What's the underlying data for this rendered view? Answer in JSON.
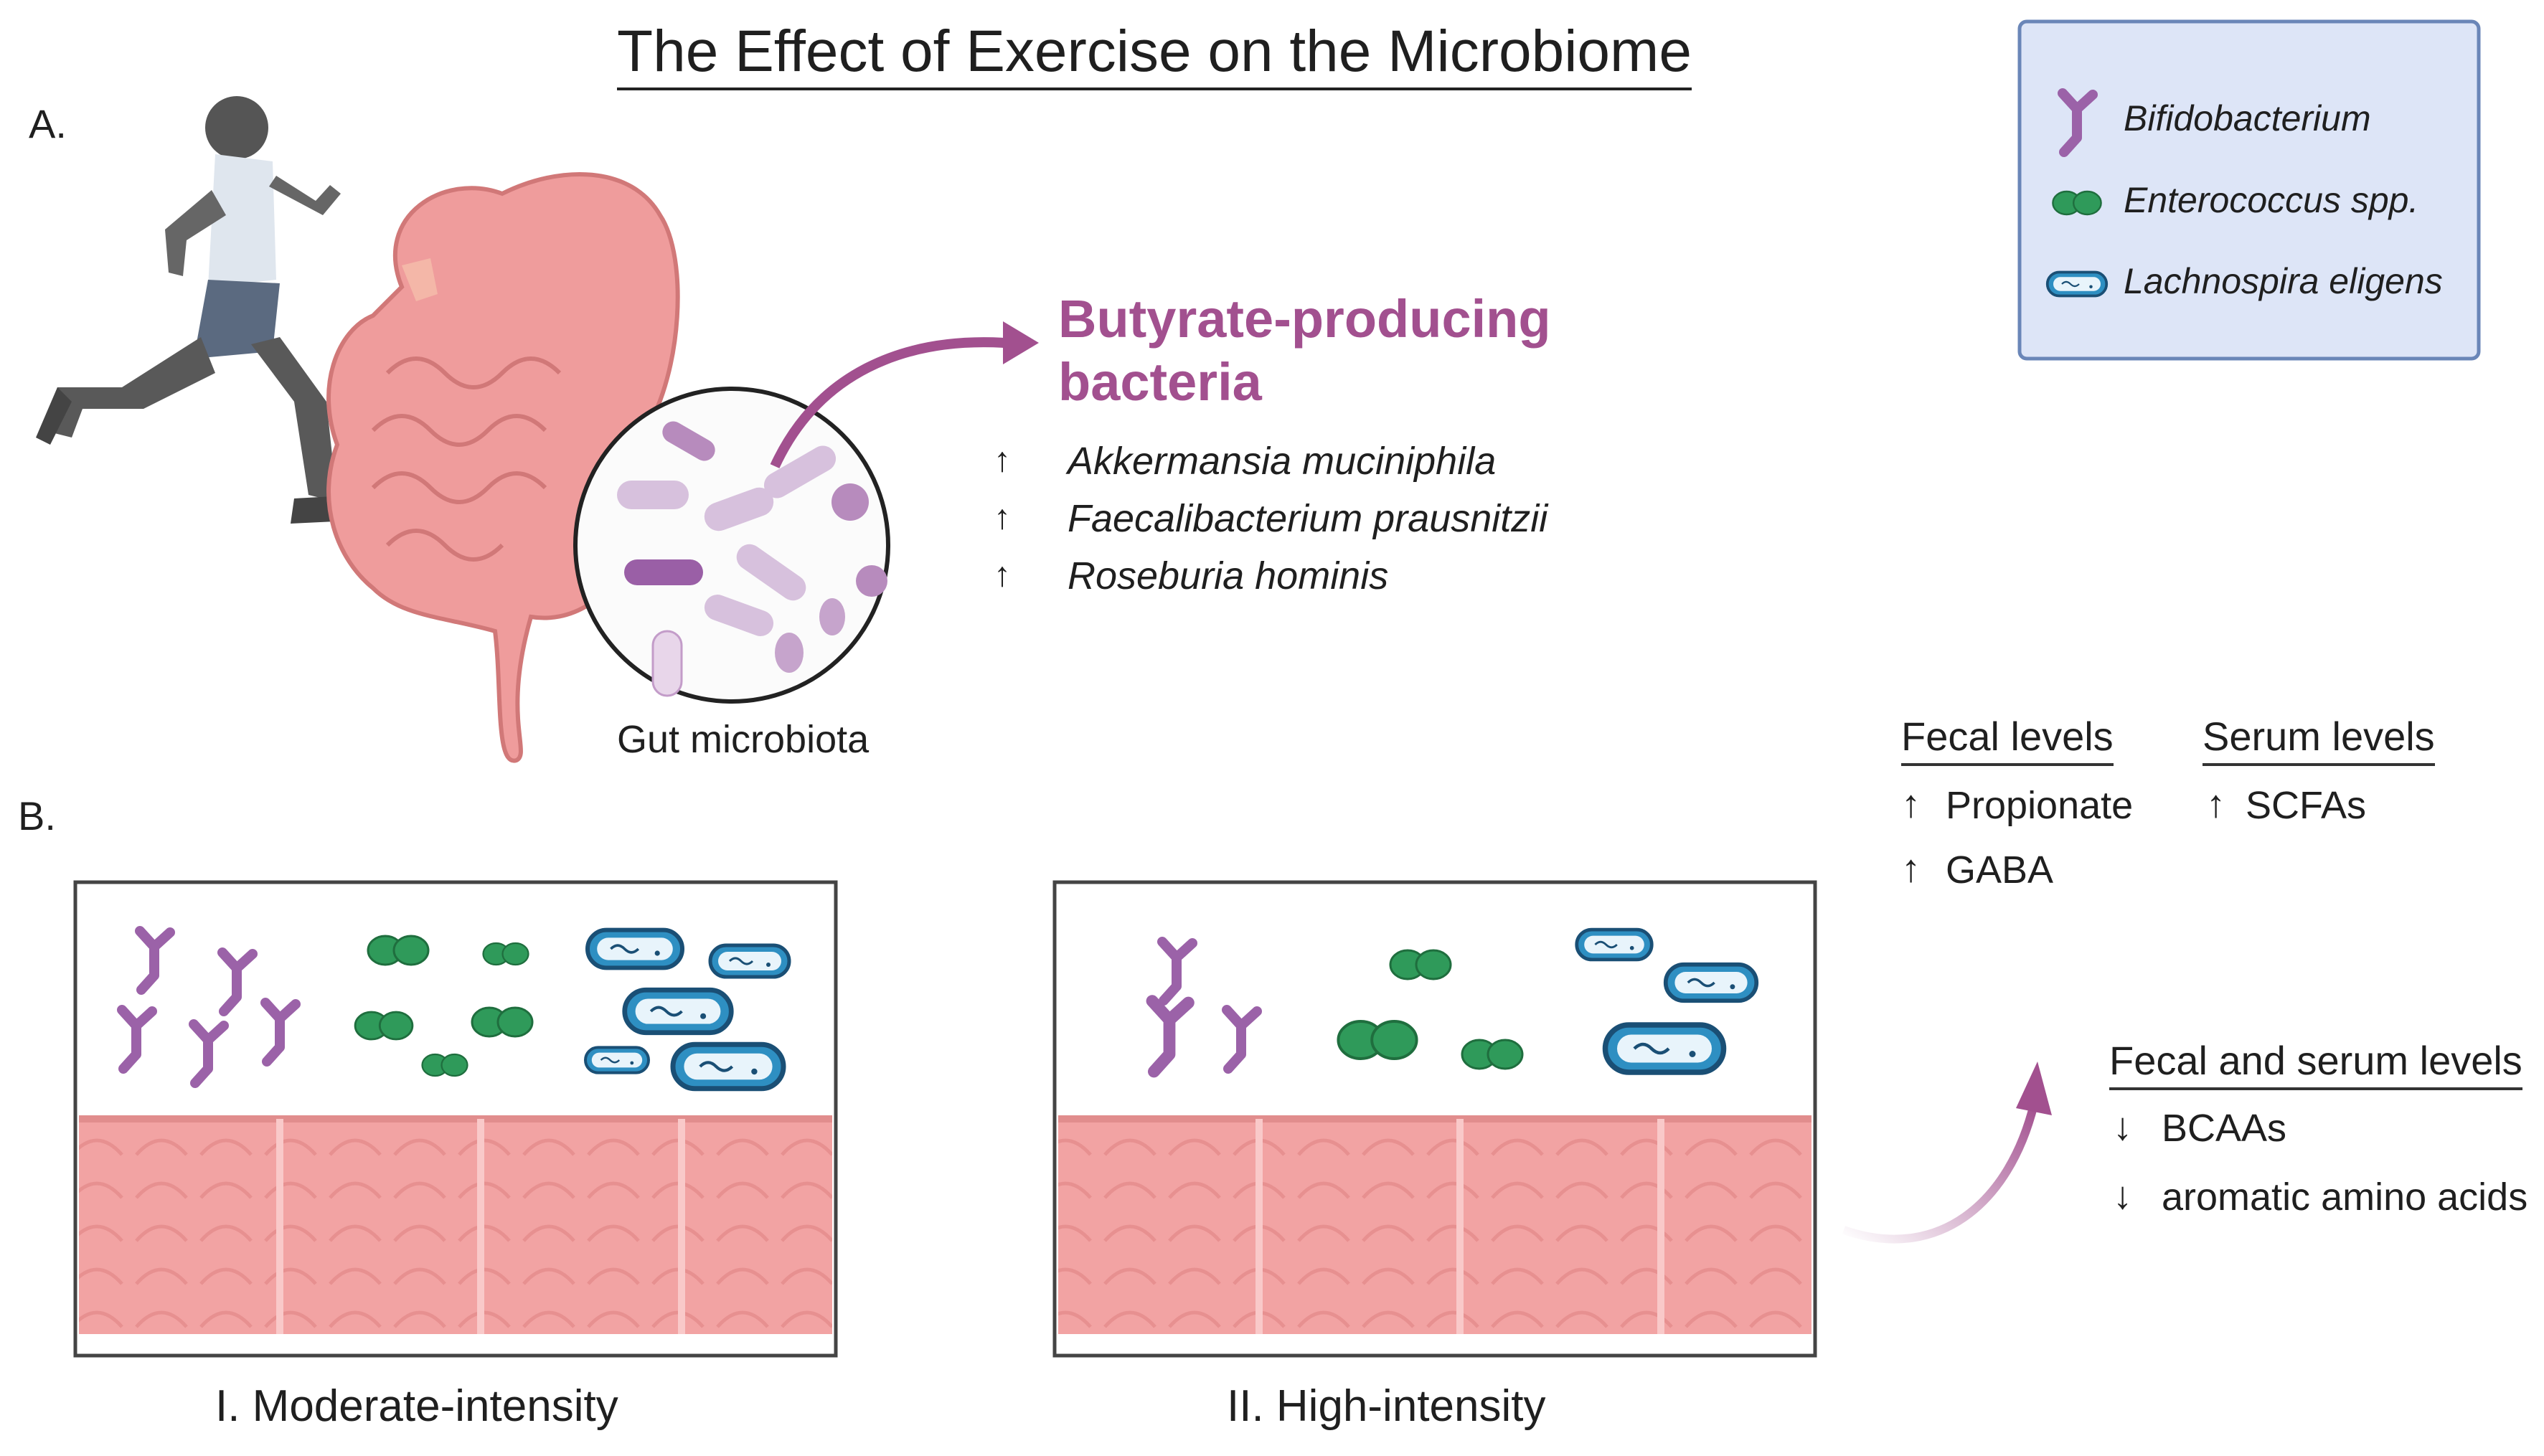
{
  "title": "The Effect of Exercise on the Microbiome",
  "panel_a": {
    "label": "A.",
    "gut_label": "Gut microbiota",
    "heading_line1": "Butyrate-producing",
    "heading_line2": "bacteria",
    "bacteria": [
      {
        "arrow": "↑",
        "name": "Akkermansia muciniphila"
      },
      {
        "arrow": "↑",
        "name": "Faecalibacterium prausnitzii"
      },
      {
        "arrow": "↑",
        "name": "Roseburia hominis"
      }
    ]
  },
  "panel_b": {
    "label": "B.",
    "moderate_caption": "I. Moderate-intensity",
    "high_caption": "II. High-intensity",
    "fecal": {
      "header": "Fecal levels",
      "items": [
        {
          "arrow": "↑",
          "text": "Propionate"
        },
        {
          "arrow": "↑",
          "text": "GABA"
        }
      ]
    },
    "serum": {
      "header": "Serum levels",
      "items": [
        {
          "arrow": "↑",
          "text": "SCFAs"
        }
      ]
    },
    "fecal_serum": {
      "header": "Fecal and serum levels",
      "items": [
        {
          "arrow": "↓",
          "text": "BCAAs"
        },
        {
          "arrow": "↓",
          "text": "aromatic amino acids"
        }
      ]
    }
  },
  "legend": {
    "items": [
      {
        "icon": "bifidobacterium-icon",
        "label": "Bifidobacterium"
      },
      {
        "icon": "enterococcus-icon",
        "label": "Enterococcus spp."
      },
      {
        "icon": "lachnospira-icon",
        "label": "Lachnospira eligens"
      }
    ]
  },
  "colors": {
    "purple_accent": "#a2508f",
    "bifido": "#9b62a8",
    "entero": "#2f9a5a",
    "lachno": "#2e8fc2",
    "intestine": "#ef9c9c",
    "legend_bg": "#dde5f7",
    "legend_border": "#6a86b8"
  }
}
